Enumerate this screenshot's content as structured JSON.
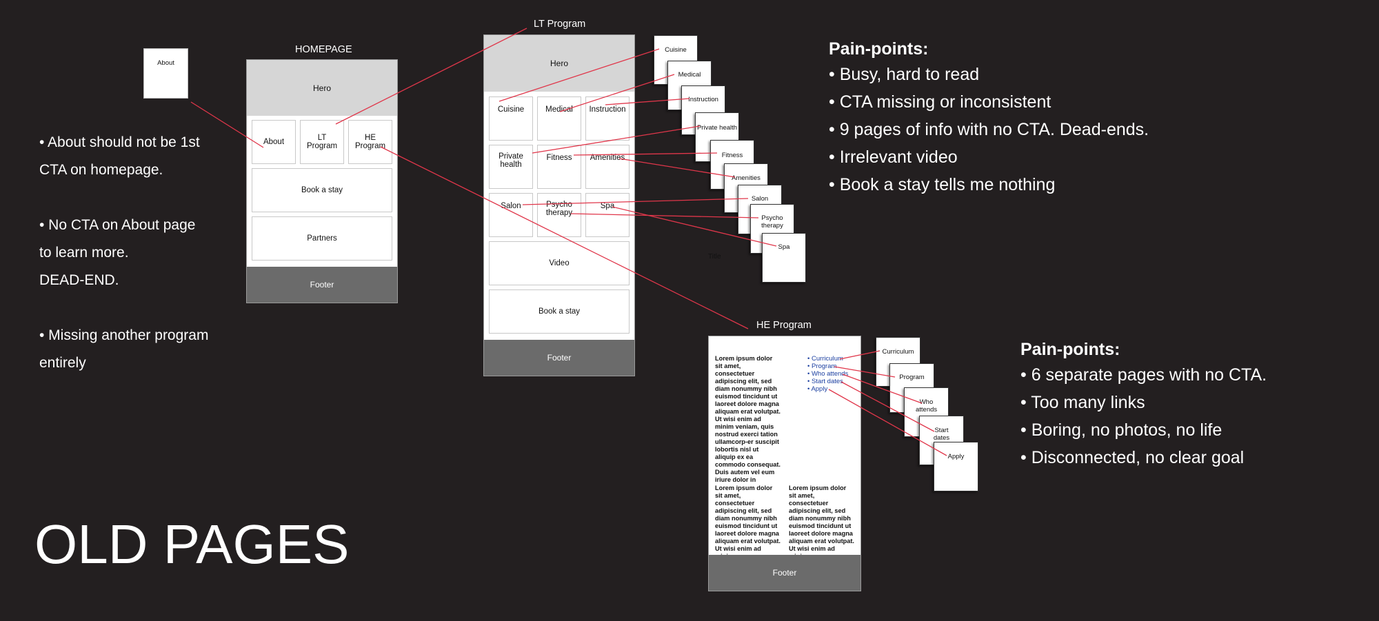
{
  "homepage": {
    "label": "HOMEPAGE",
    "hero": "Hero",
    "about": "About",
    "lt_program": "LT Program",
    "he_program": "HE Program",
    "book": "Book a stay",
    "partners": "Partners",
    "footer": "Footer"
  },
  "about_card": "About",
  "homepage_notes": [
    "• About should not be 1st",
    "CTA on homepage.",
    "• No CTA on About page",
    "to learn more.",
    "DEAD-END.",
    "• Missing another program",
    "entirely"
  ],
  "lt": {
    "label": "LT Program",
    "hero": "Hero",
    "cells": [
      "Cuisine",
      "Medical",
      "Instruction",
      "Private health",
      "Fitness",
      "Amenities",
      "Salon",
      "Psycho therapy",
      "Spa"
    ],
    "video": "Video",
    "book": "Book a stay",
    "footer": "Footer"
  },
  "lt_cards": [
    "Cuisine",
    "Medical",
    "Instruction",
    "Private health",
    "Fitness",
    "Amenities",
    "Salon",
    "Psycho therapy",
    "Spa"
  ],
  "stray_label": "Title",
  "pain1": {
    "title": "Pain-points:",
    "items": [
      "• Busy, hard to read",
      "• CTA missing or inconsistent",
      "• 9 pages of info with no CTA. Dead-ends.",
      "• Irrelevant video",
      "• Book a stay tells me nothing"
    ]
  },
  "he": {
    "label": "HE Program",
    "lorem1": "Lorem ipsum dolor sit amet, consectetuer adipiscing elit, sed diam nonummy nibh euismod tincidunt ut laoreet dolore magna aliquam erat volutpat. Ut wisi enim ad minim veniam, quis nostrud exerci tation ullamcorp-er suscipit lobortis nisl ut aliquip ex ea commodo consequat. Duis autem vel eum iriure dolor in",
    "lorem2": "Lorem ipsum dolor sit amet, consectetuer adipiscing elit, sed diam nonummy nibh euismod tincidunt ut laoreet dolore magna aliquam erat volutpat. Ut wisi enim ad minim.",
    "lorem3": "Lorem ipsum dolor sit amet, consectetuer adipiscing elit, sed diam nonummy nibh euismod tincidunt ut laoreet dolore magna aliquam erat volutpat. Ut wisi enim ad minim.",
    "links": [
      "• Curriculum",
      "• Program",
      "• Who attends",
      "• Start dates",
      "• Apply"
    ],
    "footer": "Footer"
  },
  "he_cards": [
    "Curriculum",
    "Program",
    "Who attends",
    "Start dates",
    "Apply"
  ],
  "pain2": {
    "title": "Pain-points:",
    "items": [
      "• 6 separate pages with no CTA.",
      "• Too many links",
      "• Boring, no photos, no life",
      "• Disconnected, no clear goal"
    ]
  },
  "page_title": "OLD PAGES",
  "colors": {
    "background": "#231f20",
    "connector": "#e0364a",
    "link": "#1b3fa0",
    "hero": "#d6d6d6",
    "footer": "#6b6b6b"
  }
}
